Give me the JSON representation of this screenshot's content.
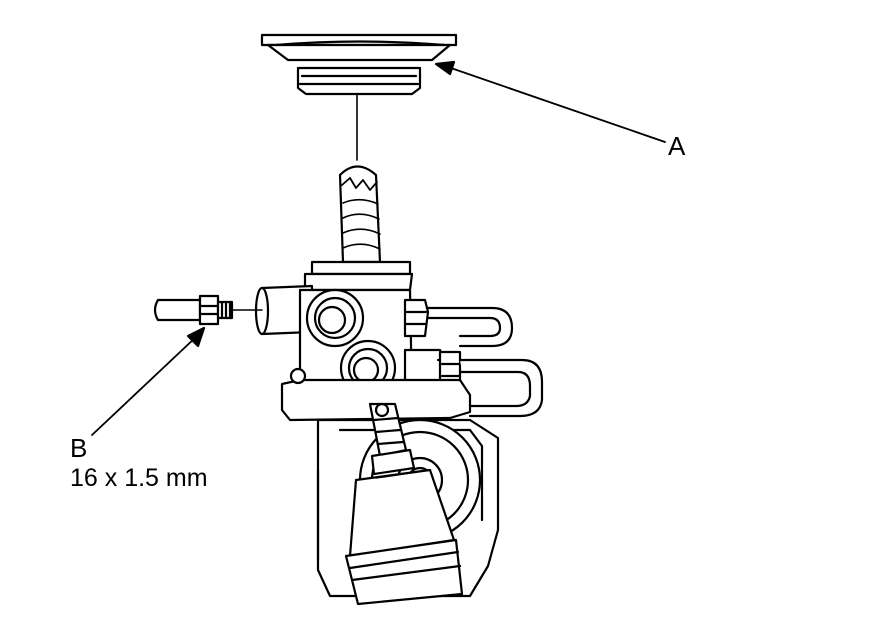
{
  "callouts": {
    "a": {
      "letter": "A"
    },
    "b": {
      "letter": "B",
      "spec": "16 x 1.5 mm"
    }
  },
  "colors": {
    "ink": "#000000",
    "paper": "#ffffff"
  }
}
